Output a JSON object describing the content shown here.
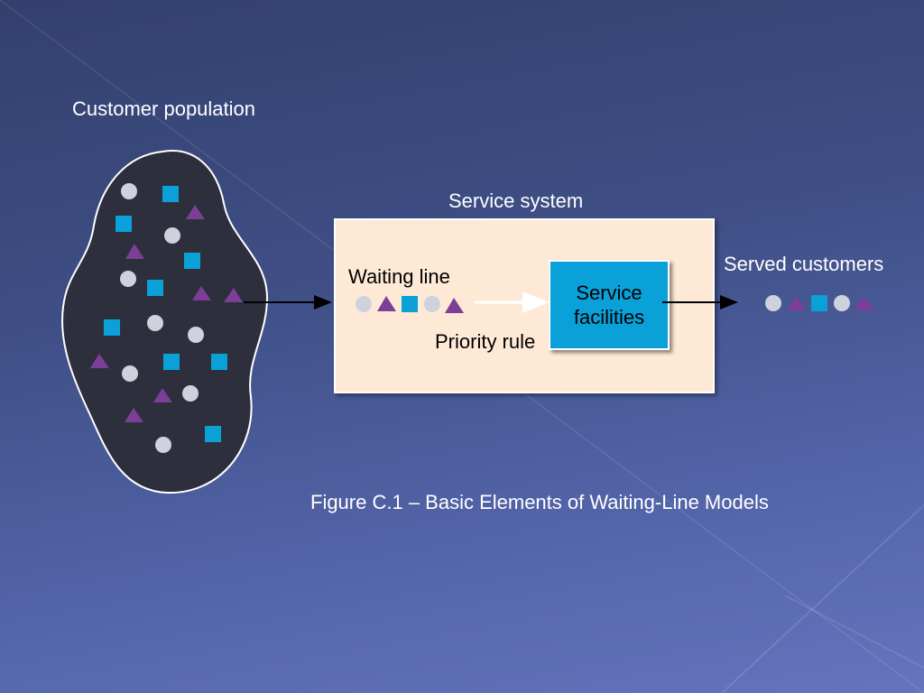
{
  "labels": {
    "customer_population": "Customer population",
    "service_system": "Service system",
    "waiting_line": "Waiting line",
    "priority_rule": "Priority rule",
    "service_facilities_line1": "Service",
    "service_facilities_line2": "facilities",
    "served_customers": "Served customers",
    "caption": "Figure C.1 – Basic Elements of Waiting-Line Models"
  },
  "colors": {
    "circle": "#cdd2dc",
    "square": "#0aa0d8",
    "triangle": "#7b3f98",
    "population_fill": "#2d2f3c",
    "system_fill": "#fde9d6",
    "facility_fill": "#0aa0d8"
  },
  "waiting_line_sequence": [
    "circle",
    "triangle",
    "square",
    "circle",
    "triangle"
  ],
  "served_sequence": [
    "circle",
    "triangle",
    "square",
    "circle",
    "triangle"
  ]
}
